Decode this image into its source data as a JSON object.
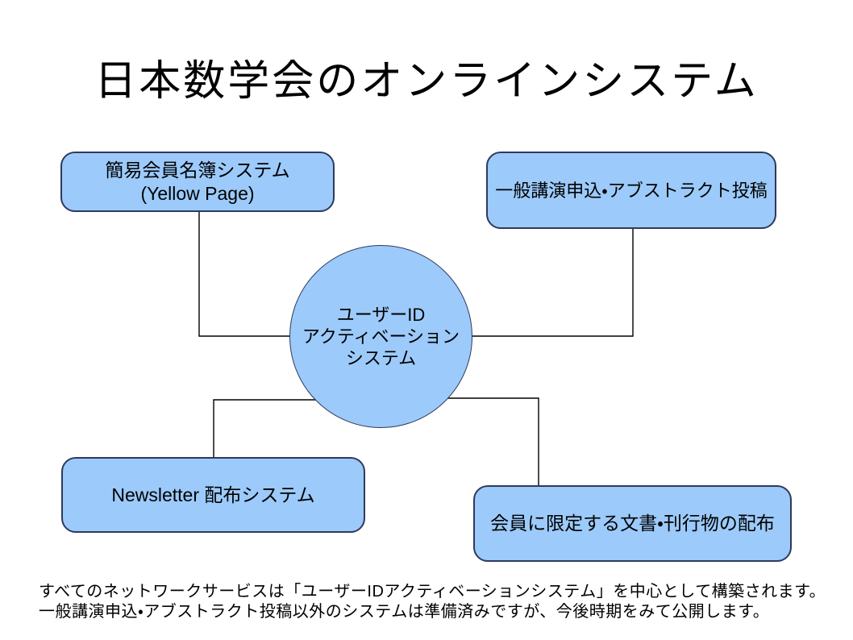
{
  "slide": {
    "title": "日本数学会のオンラインシステム"
  },
  "diagram": {
    "center_node": {
      "lines": [
        "ユーザーID",
        "アクティベーション",
        "システム"
      ]
    },
    "nodes": [
      {
        "id": "yellow-page",
        "lines": [
          "簡易会員名簿システム",
          "(Yellow Page)"
        ]
      },
      {
        "id": "lecture-abstract",
        "lines": [
          "一般講演申込・アブストラクト投稿"
        ]
      },
      {
        "id": "newsletter",
        "lines": [
          "Newsletter 配布システム"
        ]
      },
      {
        "id": "member-documents",
        "lines": [
          "会員に限定する文書・刊行物の配布"
        ]
      }
    ]
  },
  "footnote": {
    "line1": "すべてのネットワークサービスは「ユーザーIDアクティベーションシステム」を中心として構築されます。",
    "line2": "一般講演申込・アブストラクト投稿以外のシステムは準備済みですが、今後時期をみて公開します。"
  },
  "colors": {
    "node_fill": "#9CCAFA",
    "node_border": "#2E3A5C",
    "connector": "#000000",
    "text": "#000000",
    "background": "#FFFFFF"
  }
}
